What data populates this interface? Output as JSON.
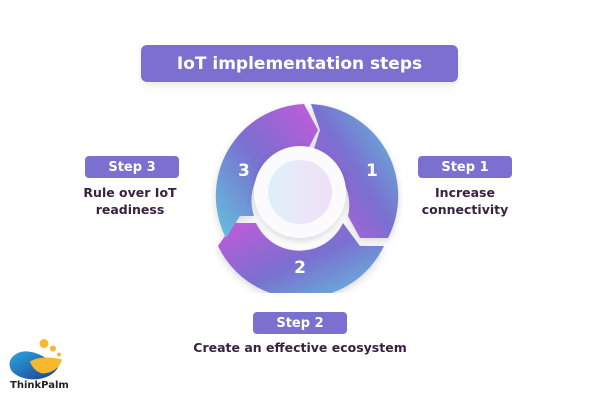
{
  "title": "IoT implementation steps",
  "steps": [
    {
      "badge": "Step 1",
      "number": "1",
      "description_line1": "Increase",
      "description_line2": "connectivity"
    },
    {
      "badge": "Step 2",
      "number": "2",
      "description_line1": "Create an effective ecosystem",
      "description_line2": ""
    },
    {
      "badge": "Step 3",
      "number": "3",
      "description_line1": "Rule over IoT",
      "description_line2": "readiness"
    }
  ],
  "logo": {
    "text": "ThinkPalm",
    "icon": "thinkpalm-logo-icon"
  },
  "colors": {
    "accent": "#7b6fd0",
    "text_dark": "#3a2140",
    "gradient_cyan": "#62c3dc",
    "gradient_magenta": "#c55ad9",
    "gradient_violet": "#7a6fd0"
  }
}
